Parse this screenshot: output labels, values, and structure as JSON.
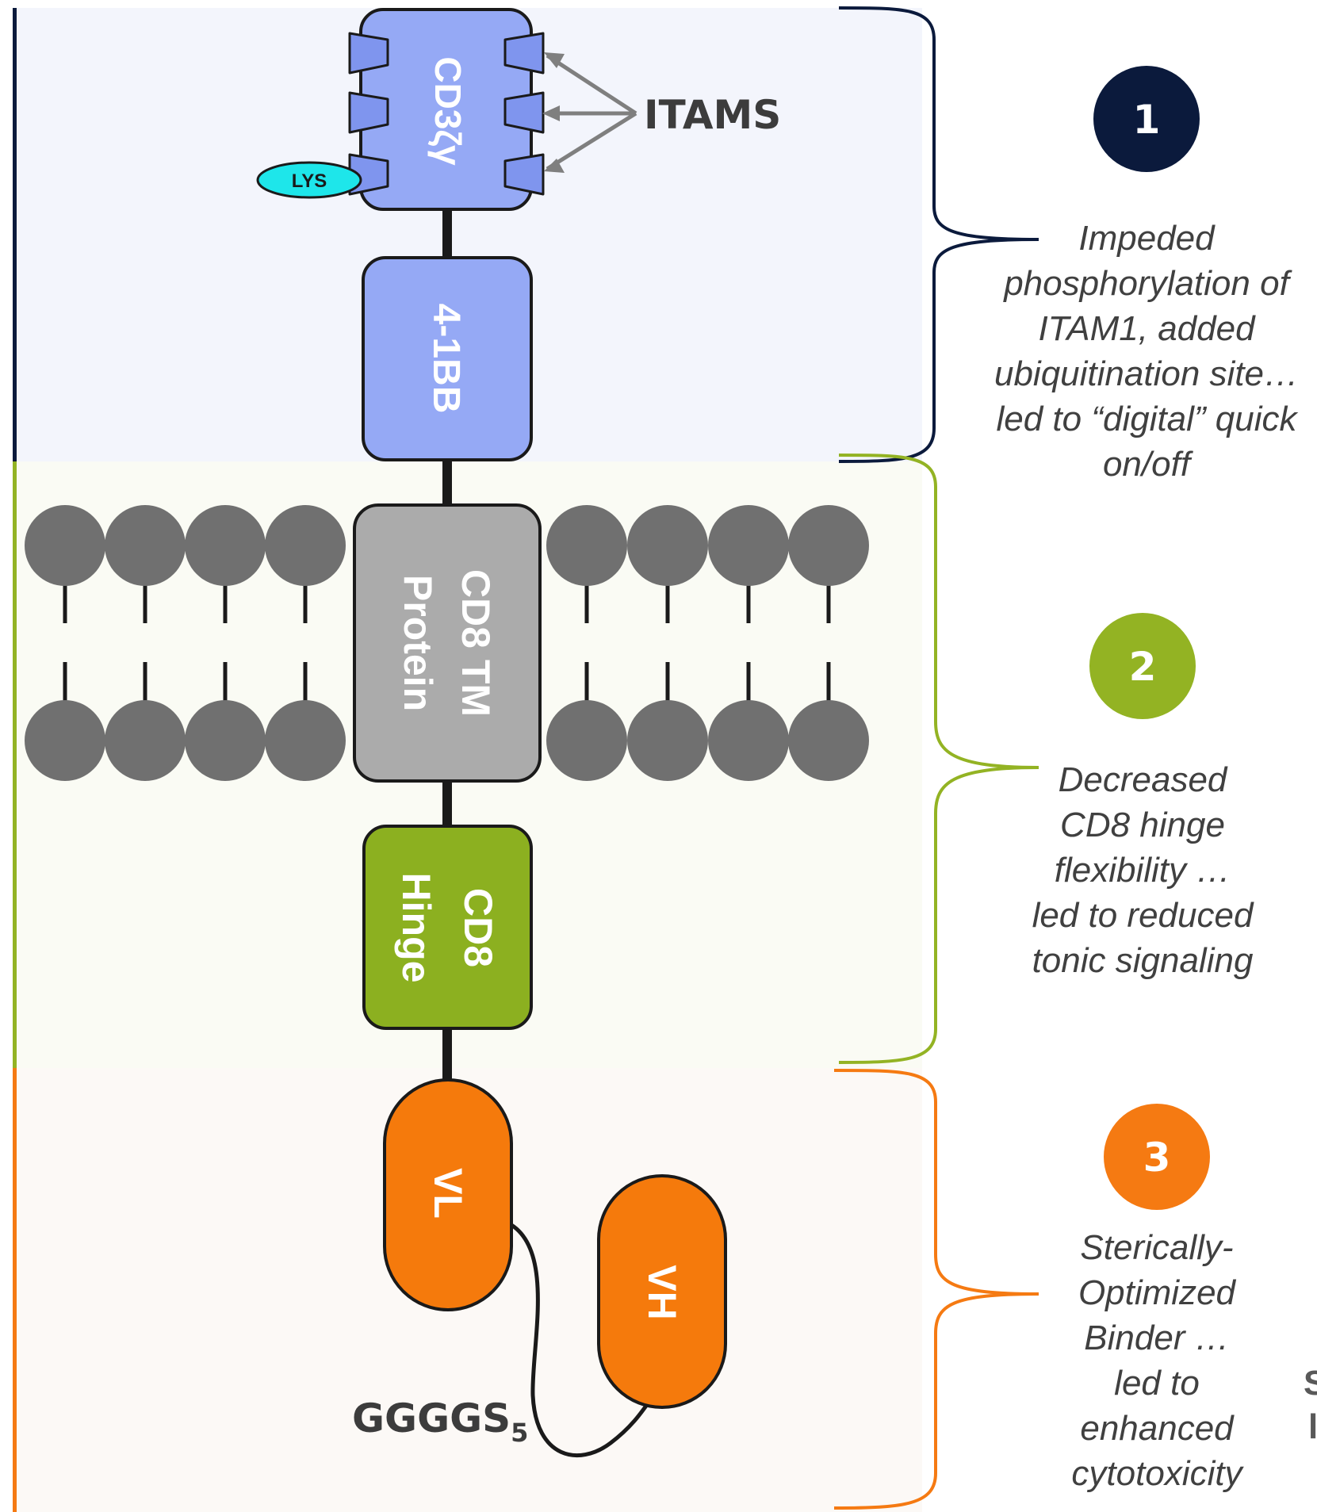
{
  "domains": {
    "signaling": {
      "components": {
        "cd3z": "CD3ζγ",
        "lys": "LYS",
        "itams": "ITAMS",
        "costim": "4-1BB"
      }
    },
    "transmembrane": {
      "components": {
        "tm_line1": "CD8 TM",
        "tm_line2": "Protein",
        "hinge_line1": "CD8",
        "hinge_line2": "Hinge"
      }
    },
    "binder": {
      "components": {
        "vl": "VL",
        "vh": "VH",
        "linker": "GGGGS",
        "linker_sub": "5"
      }
    }
  },
  "annotations": [
    {
      "number": "1",
      "color": "#0b1a3c",
      "lines": [
        "Impeded",
        "phosphorylation of",
        "ITAM1, added",
        "ubiquitination site…",
        "led to “digital” quick",
        "on/off"
      ]
    },
    {
      "number": "2",
      "color": "#93b323",
      "lines": [
        "Decreased",
        "CD8 hinge",
        "flexibility …",
        "led to reduced",
        "tonic signaling"
      ]
    },
    {
      "number": "3",
      "color": "#f57a12",
      "lines": [
        "Sterically-",
        "Optimized",
        "Binder …",
        "led to",
        "enhanced",
        "cytotoxicity"
      ]
    }
  ],
  "clipped_text": {
    "line1": "S",
    "line2": "l"
  },
  "colors": {
    "signaling_bg": "#f3f5fc",
    "transmembrane_bg": "#fafbf4",
    "binder_bg": "#fcf9f6",
    "cd3_fill": "#95a9f5",
    "tm_fill": "#ababab",
    "hinge_fill": "#8cb020",
    "binder_fill": "#f57a0c",
    "lipid_fill": "#707070",
    "lys_fill": "#1ee6ea"
  }
}
